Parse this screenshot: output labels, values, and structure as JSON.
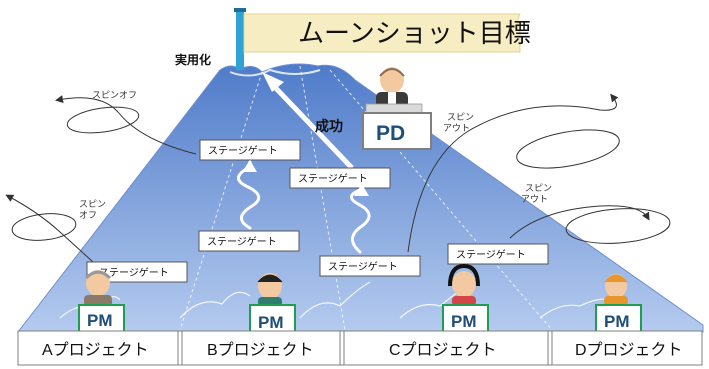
{
  "goal_banner": {
    "text": "ムーンショット目標",
    "color": "#f6eec2",
    "pole_color": "#2fa3d6"
  },
  "summit_label": "実用化",
  "success_label": "成功",
  "pd_label": "PD",
  "pm_label": "PM",
  "stage_gate_label": "ステージゲート",
  "spin_off_label": "スピンオフ",
  "spin_off_label_2": "スピン\nオフ",
  "spin_out_label": "スピン\nアウト",
  "projects": [
    {
      "name": "Aプロジェクト"
    },
    {
      "name": "Bプロジェクト"
    },
    {
      "name": "Cプロジェクト"
    },
    {
      "name": "Dプロジェクト"
    }
  ],
  "colors": {
    "mountain_top": "#5c86cf",
    "mountain_bottom": "#a9c2ea",
    "pm_border": "#1e9e4e",
    "pd_border": "#7f7f7f",
    "label_blue": "#1f4e79"
  }
}
